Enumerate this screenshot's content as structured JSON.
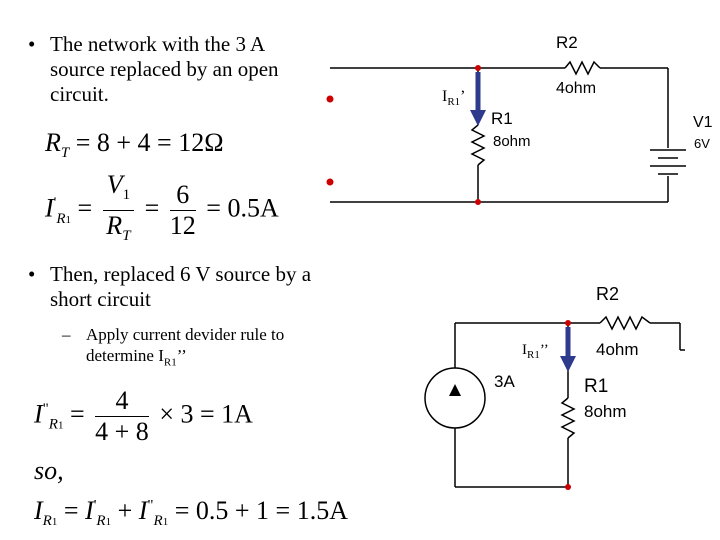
{
  "bullets": {
    "b1": "The network with the 3 A source replaced by an open circuit.",
    "b2": "Then, replaced 6 V source by a short circuit",
    "sub1_pre": "Apply current devider rule to determine I",
    "sub1_sub": "R1",
    "sub1_post": "’’",
    "bullet_mark": "•",
    "dash_mark": "–"
  },
  "equations": {
    "rt_R": "R",
    "rt_T": "T",
    "rt_rhs": "= 8 + 4 = 12Ω",
    "i1_I": "I",
    "i1_prime": "'",
    "i1_R": "R",
    "i1_1": "1",
    "i1_eq": "=",
    "i1_num1": "V",
    "i1_num1_sub": "1",
    "i1_den1": "R",
    "i1_den1_sub": "T",
    "i1_eq2": "=",
    "i1_num2": "6",
    "i1_den2": "12",
    "i1_rhs": "= 0.5A",
    "i2_I": "I",
    "i2_prime": "\"",
    "i2_R": "R",
    "i2_1": "1",
    "i2_eq": "=",
    "i2_num": "4",
    "i2_den": "4 + 8",
    "i2_rhs": "× 3 = 1A",
    "so": "so,",
    "tot_I": "I",
    "tot_R": "R",
    "tot_1": "1",
    "tot_eq": "=",
    "tot_a": "I",
    "tot_a_prime": "'",
    "tot_a_R": "R",
    "tot_a_1": "1",
    "tot_plus": "+",
    "tot_b": "I",
    "tot_b_prime": "\"",
    "tot_b_R": "R",
    "tot_b_1": "1",
    "tot_rhs": "= 0.5 + 1 = 1.5A"
  },
  "circuit1": {
    "r2_name": "R2",
    "r2_value": "4ohm",
    "r1_name": "R1",
    "r1_value": "8ohm",
    "v1_name": "V1",
    "v1_value": "6V",
    "current_I": "I",
    "current_sub": "R1",
    "current_prime": "’"
  },
  "circuit2": {
    "r2_name": "R2",
    "r2_value": "4ohm",
    "r1_name": "R1",
    "r1_value": "8ohm",
    "source_value": "3A",
    "current_I": "I",
    "current_sub": "R1",
    "current_prime": "’’"
  },
  "colors": {
    "wire": "#000000",
    "node": "#cc0000",
    "arrow": "#2e3a8c"
  }
}
